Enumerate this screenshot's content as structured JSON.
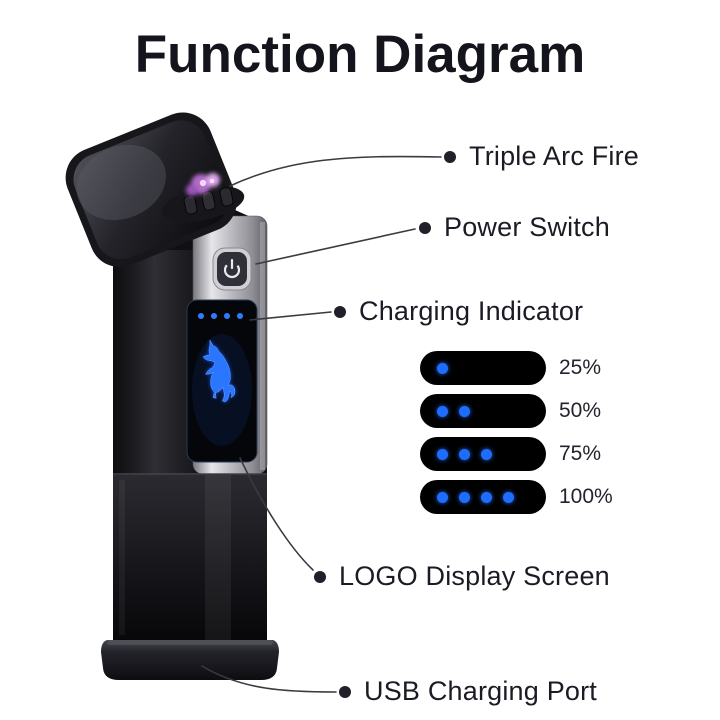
{
  "title": "Function Diagram",
  "callouts": [
    {
      "label": "Triple Arc Fire"
    },
    {
      "label": "Power Switch"
    },
    {
      "label": "Charging Indicator"
    },
    {
      "label": "LOGO Display Screen"
    },
    {
      "label": "USB Charging Port"
    }
  ],
  "battery_legend": [
    {
      "dots": 1,
      "label": "25%"
    },
    {
      "dots": 2,
      "label": "50%"
    },
    {
      "dots": 3,
      "label": "75%"
    },
    {
      "dots": 4,
      "label": "100%"
    }
  ],
  "lighter": {
    "screen_indicator_dots": 4,
    "icons": [
      "power-icon",
      "unicorn-logo",
      "arc-spark"
    ]
  },
  "colors": {
    "accent_blue": "#1e6dff",
    "text": "#1b1b25",
    "pill_background": "#000000",
    "spark_purple": "#c583d8"
  }
}
